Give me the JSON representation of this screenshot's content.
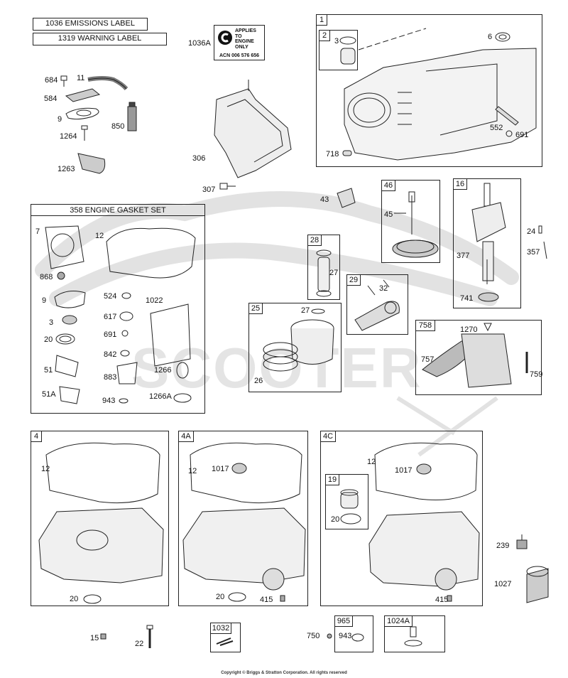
{
  "labels_top": {
    "emissions": "1036 EMISSIONS LABEL",
    "warning": "1319 WARNING LABEL"
  },
  "acn_label": {
    "callout": "1036A",
    "line1": "APPLIES",
    "line2": "TO",
    "line3": "ENGINE",
    "line4": "ONLY",
    "number": "ACN 006 576 656"
  },
  "gasket_set": {
    "title": "358 ENGINE GASKET SET"
  },
  "boxes": {
    "b1": "1",
    "b2": "2",
    "b46": "46",
    "b16": "16",
    "b28": "28",
    "b29": "29",
    "b25": "25",
    "b758": "758",
    "b4": "4",
    "b4a": "4A",
    "b4c": "4C",
    "b19": "19",
    "b1032": "1032",
    "b965": "965",
    "b1024a": "1024A"
  },
  "parts": {
    "p684": "684",
    "p11": "11",
    "p584": "584",
    "p9a": "9",
    "p850": "850",
    "p1264": "1264",
    "p1263": "1263",
    "p306": "306",
    "p307": "307",
    "p3a": "3",
    "p6": "6",
    "p552": "552",
    "p691a": "691",
    "p718": "718",
    "p43": "43",
    "p45": "45",
    "p24": "24",
    "p357": "357",
    "p377": "377",
    "p741": "741",
    "p7": "7",
    "p12a": "12",
    "p868": "868",
    "p9b": "9",
    "p524": "524",
    "p1022": "1022",
    "p3b": "3",
    "p617": "617",
    "p691b": "691",
    "p20a": "20",
    "p842": "842",
    "p51": "51",
    "p883": "883",
    "p1266": "1266",
    "p51a": "51A",
    "p943a": "943",
    "p1266a": "1266A",
    "p27a": "27",
    "p32": "32",
    "p27b": "27",
    "p26": "26",
    "p1270": "1270",
    "p757": "757",
    "p759": "759",
    "p12b": "12",
    "p20b": "20",
    "p12c": "12",
    "p1017a": "1017",
    "p20c": "20",
    "p415a": "415",
    "p12d": "12",
    "p1017b": "1017",
    "p20d": "20",
    "p415b": "415",
    "p239": "239",
    "p1027": "1027",
    "p15": "15",
    "p22": "22",
    "p750": "750",
    "p943b": "943"
  },
  "copyright": "Copyright © Briggs & Stratton Corporation. All rights reserved",
  "watermark": "SCOOTER",
  "colors": {
    "line": "#222222",
    "watermark": "#dcdcdc"
  }
}
